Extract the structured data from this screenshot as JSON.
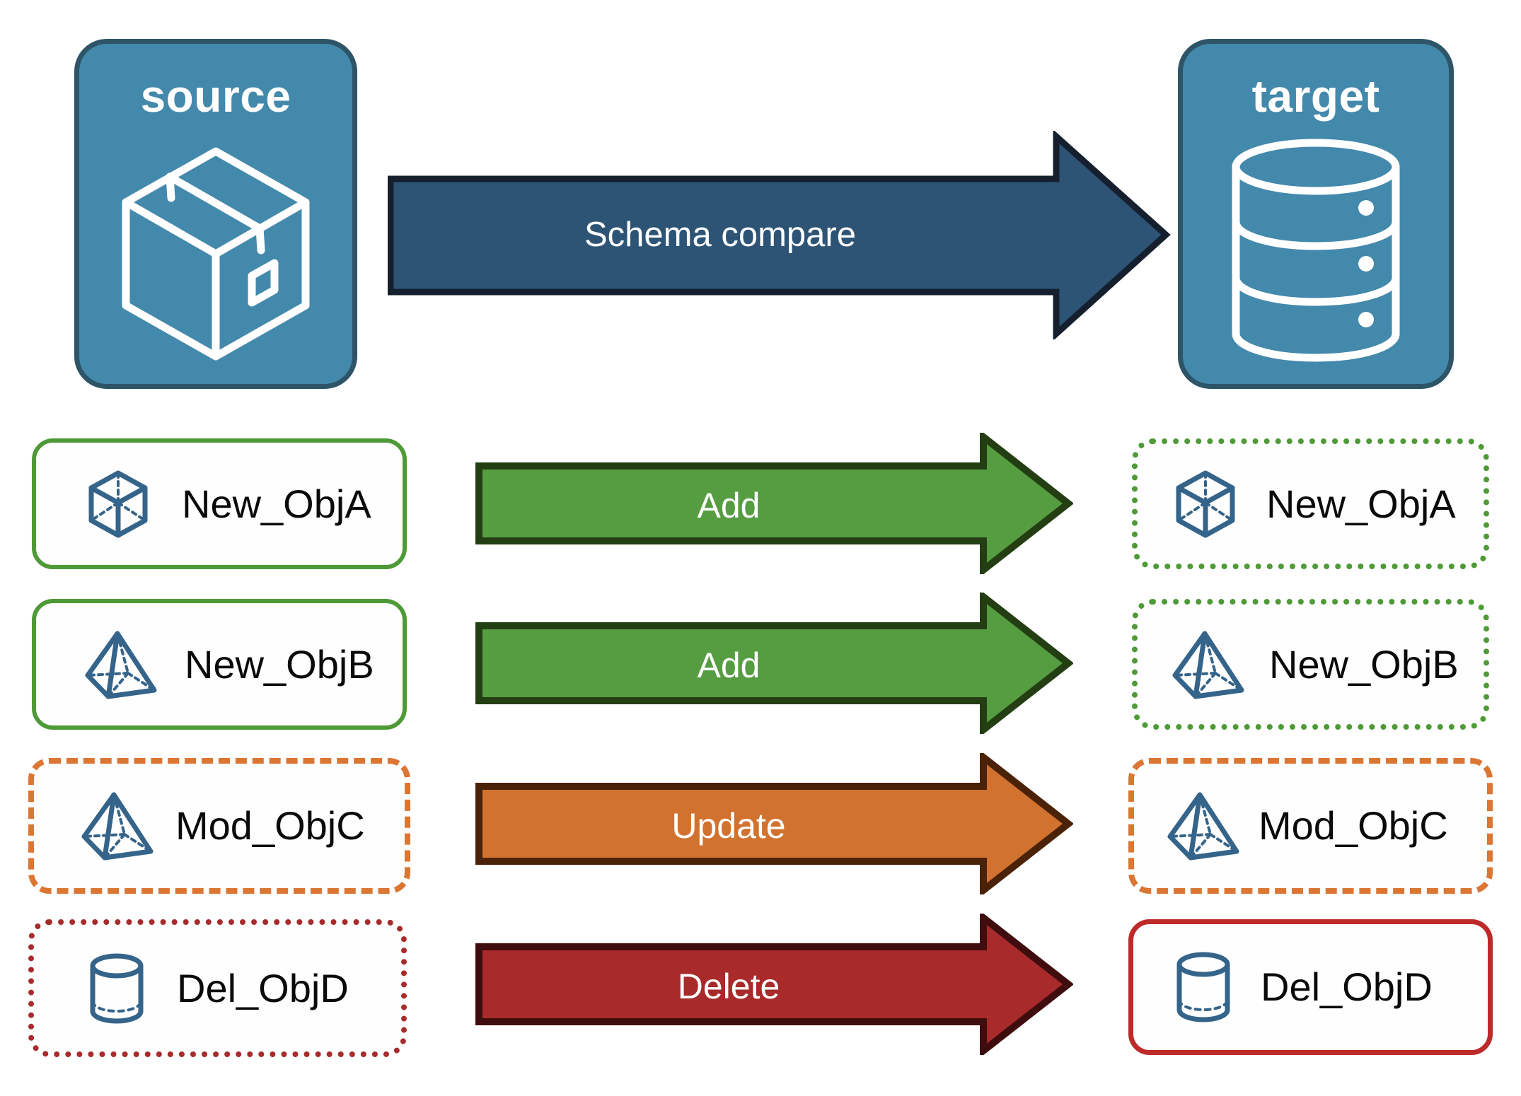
{
  "diagram": {
    "title": "Schema compare between source and target",
    "background": "#ffffff"
  },
  "endpoints": {
    "source": {
      "label": "source",
      "icon": "package-box-icon",
      "fill": "#4389AB",
      "stroke": "#2E5468"
    },
    "target": {
      "label": "target",
      "icon": "database-cylinder-icon",
      "fill": "#4389AB",
      "stroke": "#2E5468"
    }
  },
  "main_arrow": {
    "label": "Schema compare",
    "fill": "#2D5475",
    "stroke": "#151F2E",
    "text_color": "#ffffff"
  },
  "rows": [
    {
      "action": "Add",
      "arrow_fill": "#569D42",
      "arrow_stroke": "#243E13",
      "source": {
        "label": "New_ObjA",
        "icon": "wireframe-cube-icon",
        "border_color": "#4E9A37",
        "border_style": "solid"
      },
      "target": {
        "label": "New_ObjA",
        "icon": "wireframe-cube-icon",
        "border_color": "#4E9A37",
        "border_style": "dotted"
      }
    },
    {
      "action": "Add",
      "arrow_fill": "#569D42",
      "arrow_stroke": "#243E13",
      "source": {
        "label": "New_ObjB",
        "icon": "wireframe-pyramid-icon",
        "border_color": "#4E9A37",
        "border_style": "solid"
      },
      "target": {
        "label": "New_ObjB",
        "icon": "wireframe-pyramid-icon",
        "border_color": "#4E9A37",
        "border_style": "dotted"
      }
    },
    {
      "action": "Update",
      "arrow_fill": "#D2722F",
      "arrow_stroke": "#4A2208",
      "source": {
        "label": "Mod_ObjC",
        "icon": "wireframe-pyramid-icon",
        "border_color": "#DB7633",
        "border_style": "dashed"
      },
      "target": {
        "label": "Mod_ObjC",
        "icon": "wireframe-pyramid-icon",
        "border_color": "#DB7633",
        "border_style": "dashed"
      }
    },
    {
      "action": "Delete",
      "arrow_fill": "#A82A2A",
      "arrow_stroke": "#3F0D0D",
      "source": {
        "label": "Del_ObjD",
        "icon": "wireframe-cylinder-icon",
        "border_color": "#A82B2B",
        "border_style": "dotted"
      },
      "target": {
        "label": "Del_ObjD",
        "icon": "wireframe-cylinder-icon",
        "border_color": "#BE2A2A",
        "border_style": "solid"
      }
    }
  ],
  "colors": {
    "icon_blue": "#35648A",
    "teal": "#4389AB",
    "navy": "#2E5468",
    "green": "#569D42",
    "orange": "#D2722F",
    "red": "#A82A2A",
    "text": "#0a0a0a"
  }
}
